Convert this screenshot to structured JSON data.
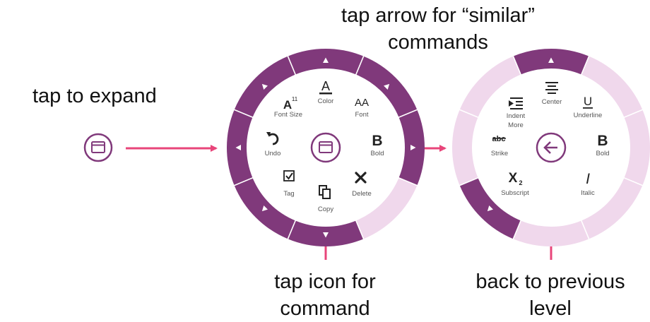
{
  "captions": {
    "expand": "tap to expand",
    "similar_line1": "tap arrow for “similar”",
    "similar_line2": "commands",
    "command_line1": "tap icon for",
    "command_line2": "command",
    "back_line1": "back to previous",
    "back_line2": "level"
  },
  "colors": {
    "purple": "#80397b",
    "light_purple": "#f0d8ec",
    "arrow_pink": "#e8457a",
    "white": "#ffffff"
  },
  "collapsed_button": {
    "icon": "window-icon"
  },
  "wheel_main": {
    "center_icon": "window-icon",
    "items": [
      {
        "key": "font_size",
        "glyph": "A",
        "sup": "11",
        "label": "Font Size"
      },
      {
        "key": "color",
        "glyph": "A",
        "label": "Color"
      },
      {
        "key": "font",
        "glyph": "AA",
        "label": "Font"
      },
      {
        "key": "bold",
        "glyph": "B",
        "label": "Bold"
      },
      {
        "key": "delete",
        "glyph": "✕",
        "label": "Delete"
      },
      {
        "key": "copy",
        "glyph": "copy",
        "label": "Copy"
      },
      {
        "key": "tag",
        "glyph": "☑",
        "label": "Tag"
      },
      {
        "key": "undo",
        "glyph": "↶",
        "label": "Undo"
      }
    ]
  },
  "wheel_sub": {
    "center_icon": "back-arrow-icon",
    "items": [
      {
        "key": "indent_more",
        "label_line1": "Indent",
        "label_line2": "More"
      },
      {
        "key": "center",
        "label": "Center"
      },
      {
        "key": "underline",
        "glyph": "U",
        "label": "Underline"
      },
      {
        "key": "bold",
        "glyph": "B",
        "label": "Bold"
      },
      {
        "key": "italic",
        "glyph": "I",
        "label": "Italic"
      },
      {
        "key": "subscript",
        "glyph": "X",
        "sub": "2",
        "label": "Subscript"
      },
      {
        "key": "strike",
        "glyph": "abc",
        "label": "Strike"
      }
    ]
  }
}
